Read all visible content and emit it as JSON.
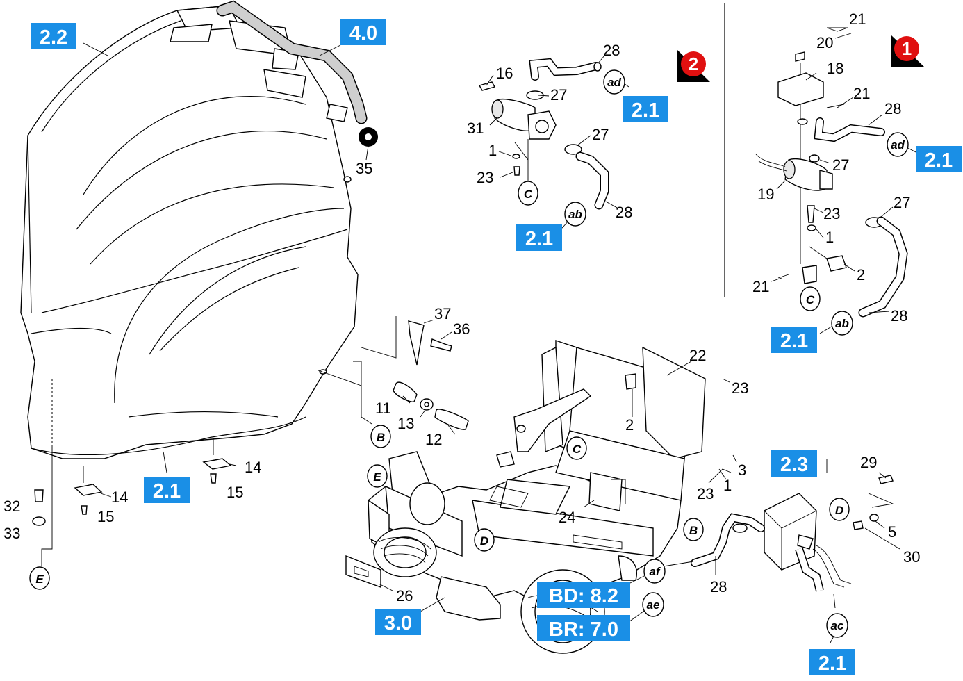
{
  "section_tags": [
    {
      "id": "t22",
      "text": "2.2"
    },
    {
      "id": "t40",
      "text": "4.0"
    },
    {
      "id": "t21a",
      "text": "2.1"
    },
    {
      "id": "t21b",
      "text": "2.1"
    },
    {
      "id": "t21c",
      "text": "2.1"
    },
    {
      "id": "t21d",
      "text": "2.1"
    },
    {
      "id": "t21e",
      "text": "2.1"
    },
    {
      "id": "t21f",
      "text": "2.1"
    },
    {
      "id": "t23",
      "text": "2.3"
    },
    {
      "id": "t30",
      "text": "3.0"
    },
    {
      "id": "tbd",
      "text": "BD: 8.2"
    },
    {
      "id": "tbr",
      "text": "BR: 7.0"
    }
  ],
  "variant_badges": [
    {
      "id": "v2",
      "text": "2"
    },
    {
      "id": "v1",
      "text": "1"
    }
  ],
  "connectors": [
    "ad",
    "ab",
    "C",
    "ad",
    "C",
    "ab",
    "B",
    "C",
    "E",
    "D",
    "B",
    "af",
    "ae",
    "D",
    "ac",
    "E"
  ],
  "part_numbers": [
    "16",
    "28",
    "27",
    "31",
    "27",
    "1",
    "23",
    "28",
    "21",
    "20",
    "18",
    "21",
    "28",
    "27",
    "19",
    "23",
    "27",
    "1",
    "2",
    "21",
    "28",
    "35",
    "37",
    "36",
    "11",
    "13",
    "12",
    "22",
    "23",
    "2",
    "3",
    "23",
    "1",
    "24",
    "14",
    "14",
    "15",
    "15",
    "32",
    "33",
    "29",
    "5",
    "30",
    "28",
    "26"
  ],
  "colors": {
    "tag_blue": "#1a8fe6",
    "badge_red": "#e01010",
    "line": "#000000"
  }
}
